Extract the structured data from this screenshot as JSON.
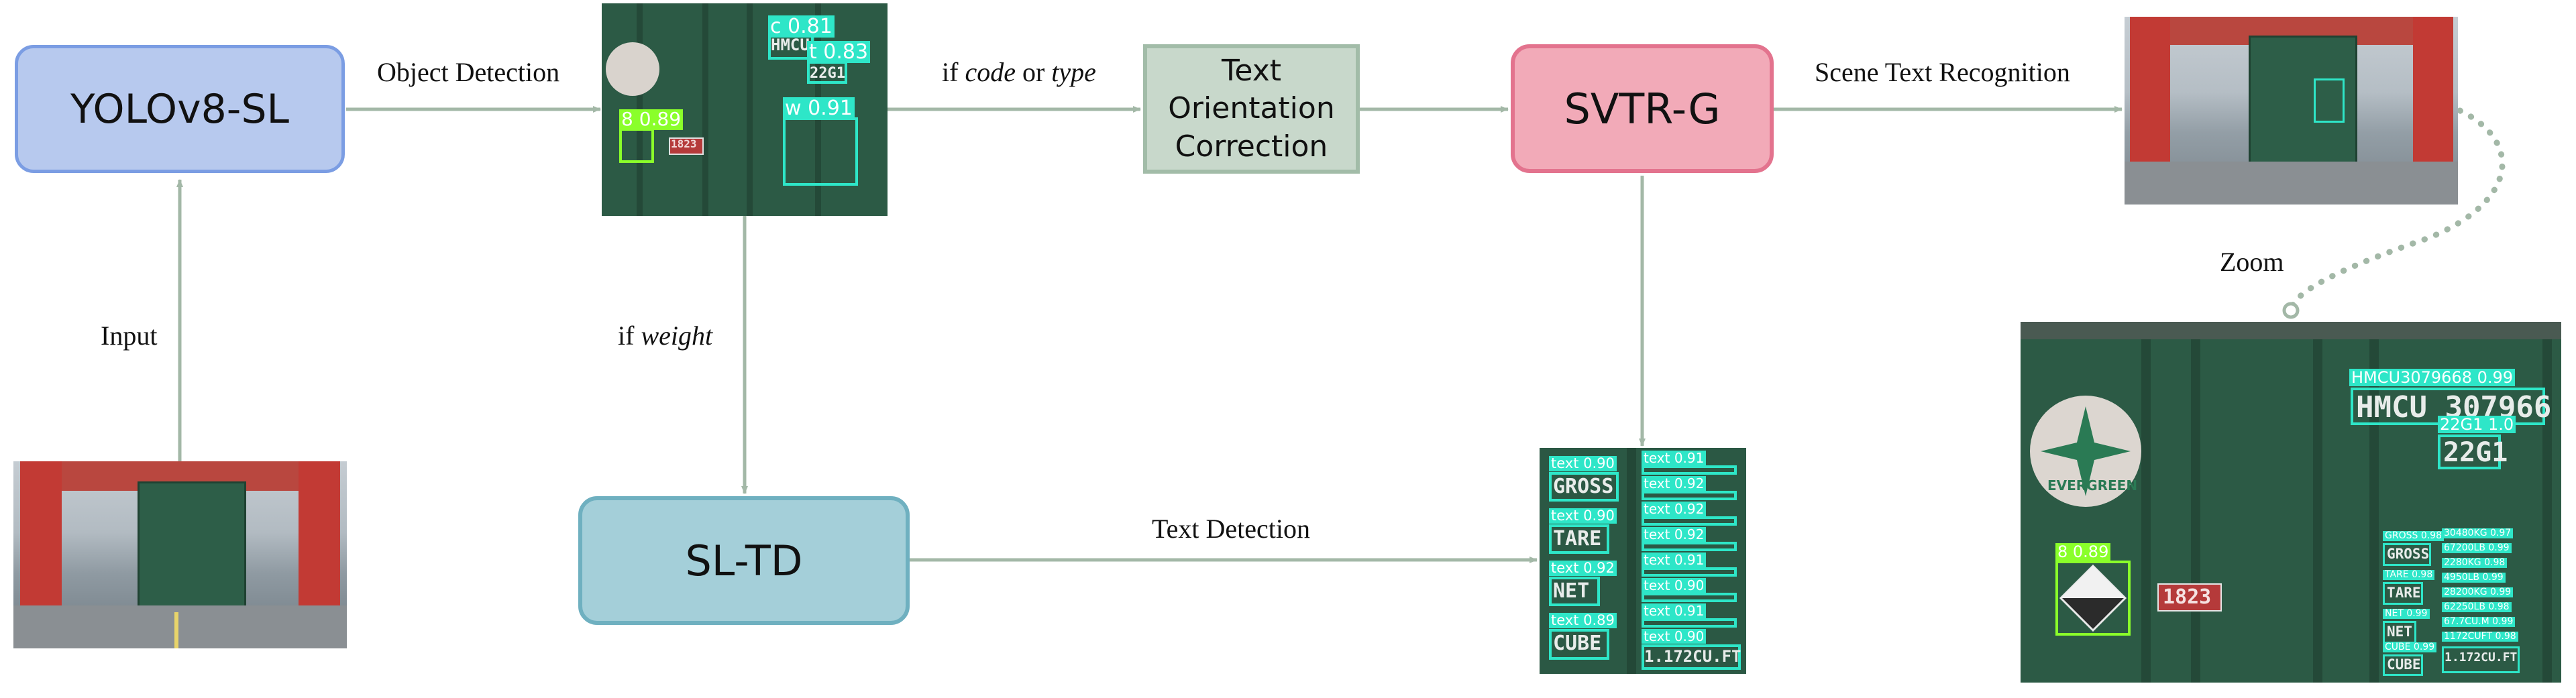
{
  "nodes": {
    "yolo": "YOLOv8-SL",
    "orient_l1": "Text",
    "orient_l2": "Orientation",
    "orient_l3": "Correction",
    "svtr": "SVTR-G",
    "sltd": "SL-TD"
  },
  "edges": {
    "input": "Input",
    "object_detection": "Object Detection",
    "if_prefix": "if",
    "code": "code",
    "or": "or",
    "type": "type",
    "weight": "weight",
    "scene_text": "Scene Text Recognition",
    "text_detection": "Text Detection",
    "zoom": "Zoom"
  },
  "od_image": {
    "det_c": "c 0.81",
    "det_t": "t 0.83",
    "det_w": "w 0.91",
    "det_8": "8 0.89",
    "paint_hmcu": "HMCU",
    "paint_22g1": "22G1",
    "paint_1823": "1823"
  },
  "td_image": {
    "left_tags": [
      "text 0.90",
      "text 0.90",
      "text 0.92",
      "text 0.89"
    ],
    "left_words": [
      "GROSS",
      "TARE",
      "NET",
      "CUBE"
    ],
    "right_tags": [
      "text 0.91",
      "text 0.92",
      "text 0.92",
      "text 0.92",
      "text 0.91",
      "text 0.90",
      "text 0.91",
      "text 0.90"
    ],
    "bottom_text": "1.172CU.FT"
  },
  "zoom_image": {
    "code_tag": "HMCU3079668 0.99",
    "code_text": "HMCU 307966",
    "type_tag": "22G1 1.0",
    "type_text": "22G1",
    "hazard_tag": "8 0.89",
    "brand": "EVERGREEN",
    "red_code": "1823",
    "weight_labels": [
      "GROSS",
      "TARE",
      "NET",
      "CUBE"
    ],
    "weight_tags": [
      "GROSS 0.98",
      "TARE 0.98",
      "NET 0.99",
      "CUBE 0.99"
    ],
    "value_tags": [
      "30480KG 0.97",
      "67200LB 0.99",
      "2280KG 0.98",
      "4950LB 0.99",
      "28200KG 0.99",
      "62250LB 0.98",
      "67.7CU.M 0.99",
      "1172CUFT 0.98"
    ],
    "value_bottom": "1.172CU.FT"
  }
}
